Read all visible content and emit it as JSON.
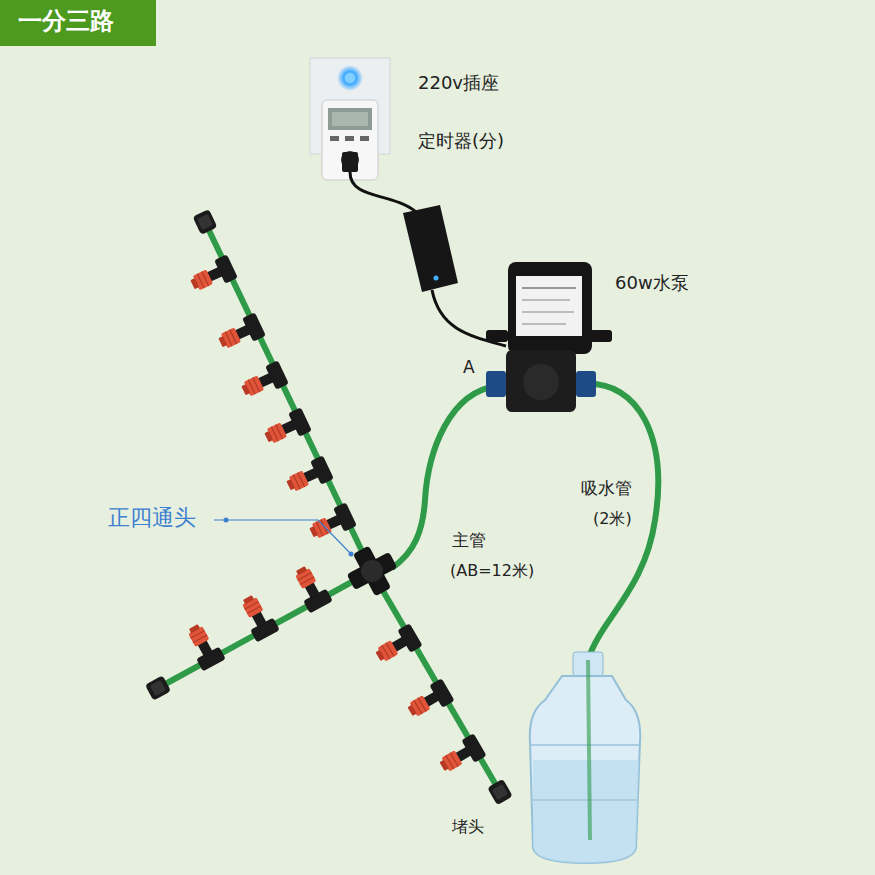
{
  "diagram": {
    "title": "一分三路",
    "labels": [
      "220v插座",
      "定时器(分)",
      "60w水泵",
      "A",
      "吸水管",
      "(2米)",
      "正四通头",
      "主管",
      "(AB=12米)",
      "堵头"
    ]
  }
}
